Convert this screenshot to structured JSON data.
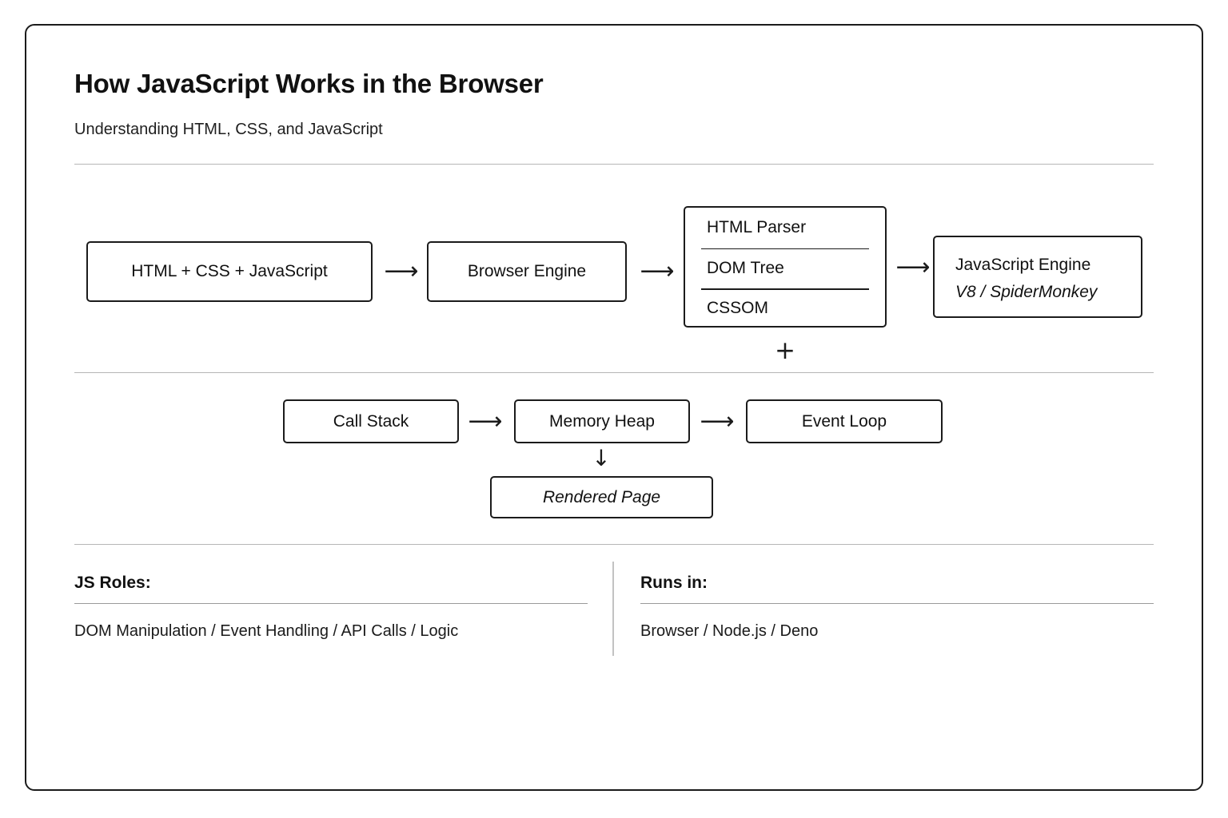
{
  "header": {
    "title": "How JavaScript Works in the Browser",
    "subtitle": "Understanding HTML, CSS, and JavaScript"
  },
  "flow": {
    "pipeline": {
      "source_box": "HTML + CSS + JavaScript",
      "engine_box": "Browser Engine",
      "parser_stack": [
        "HTML Parser",
        "DOM Tree",
        "CSSOM"
      ],
      "js_engine": {
        "name": "JavaScript Engine",
        "implementations": "V8 / SpiderMonkey"
      },
      "arrow_1": "⟶",
      "arrow_2": "⟶",
      "arrow_3": "⟶",
      "plus_symbol": "+"
    },
    "runtime": {
      "call_stack": "Call Stack",
      "memory_heap": "Memory Heap",
      "event_loop": "Event Loop",
      "rendered_page": "Rendered Page",
      "arrow_4": "⟶",
      "arrow_5": "⟶",
      "arrow_down": "↓"
    }
  },
  "footer": {
    "roles": {
      "heading": "JS Roles:",
      "body": "DOM Manipulation / Event Handling / API Calls / Logic"
    },
    "runs_in": {
      "heading": "Runs in:",
      "body": "Browser / Node.js / Deno"
    }
  },
  "colors": {
    "ink": "#111111",
    "stroke": "#1b1b1b",
    "rule": "#b6b6b6",
    "background": "#ffffff"
  }
}
